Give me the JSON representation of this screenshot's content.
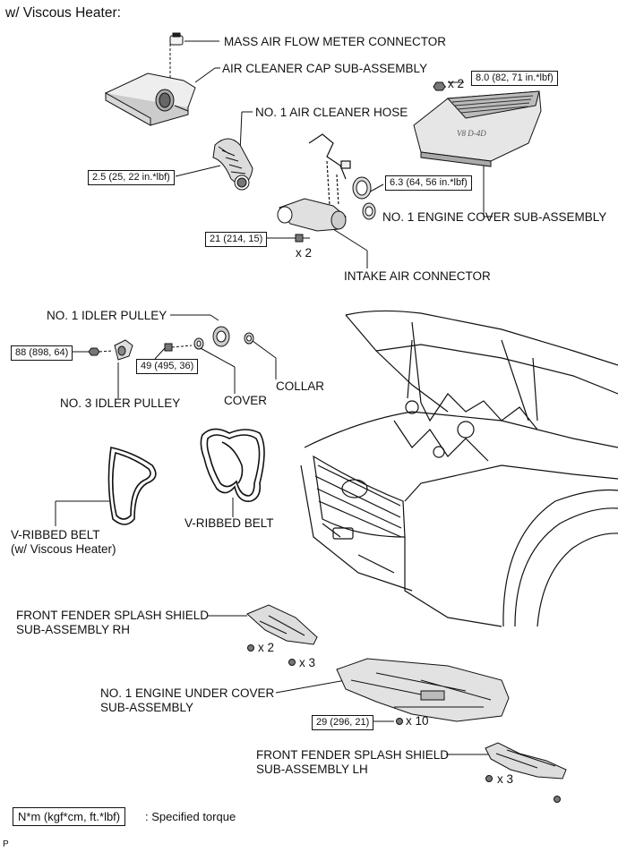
{
  "title": "w/ Viscous Heater:",
  "labels": {
    "maf_connector": "MASS AIR FLOW METER CONNECTOR",
    "air_cleaner_cap": "AIR CLEANER CAP SUB-ASSEMBLY",
    "air_cleaner_hose": "NO. 1 AIR CLEANER HOSE",
    "engine_cover": "NO. 1 ENGINE COVER SUB-ASSEMBLY",
    "intake_air_connector": "INTAKE AIR CONNECTOR",
    "idler_pulley_1": "NO. 1 IDLER PULLEY",
    "idler_pulley_3": "NO. 3 IDLER PULLEY",
    "cover": "COVER",
    "collar": "COLLAR",
    "vbelt_viscous": "V-RIBBED BELT\n(w/ Viscous Heater)",
    "vbelt": "V-RIBBED BELT",
    "splash_rh": "FRONT FENDER SPLASH SHIELD\nSUB-ASSEMBLY RH",
    "under_cover": "NO. 1 ENGINE UNDER COVER\nSUB-ASSEMBLY",
    "splash_lh": "FRONT FENDER SPLASH SHIELD\nSUB-ASSEMBLY LH"
  },
  "torques": {
    "engine_cover": "8.0 (82, 71 in.*lbf)",
    "hose": "2.5 (25, 22 in.*lbf)",
    "hose_clamp": "6.3 (64, 56 in.*lbf)",
    "intake": "21 (214, 15)",
    "idler3": "88 (898, 64)",
    "idler1": "49 (495, 36)",
    "under_cover": "29 (296, 21)"
  },
  "quantities": {
    "engine_cover": "x 2",
    "intake": "x 2",
    "rh_a": "x 2",
    "rh_b": "x 3",
    "under_cover": "x 10",
    "lh": "x 3"
  },
  "legend": {
    "box": "N*m (kgf*cm, ft.*lbf)",
    "text": ": Specified torque"
  },
  "corner_mark": "P"
}
